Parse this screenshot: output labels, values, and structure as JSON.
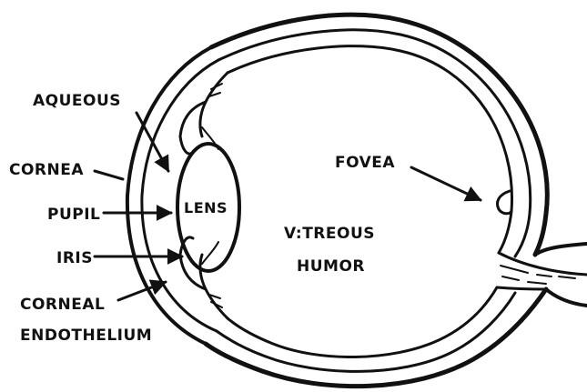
{
  "diagram": {
    "labels": {
      "aqueous": "AQUEOUS",
      "cornea": "CORNEA",
      "pupil": "PUPIL",
      "iris": "IRIS",
      "corneal_endothelium_line1": "CORNEAL",
      "corneal_endothelium_line2": "ENDOTHELIUM",
      "lens": "LENS",
      "fovea": "FOVEA",
      "vitreous_line1": "V:TREOUS",
      "vitreous_line2": "HUMOR"
    },
    "colors": {
      "ink": "#111111",
      "background": "#ffffff"
    }
  }
}
